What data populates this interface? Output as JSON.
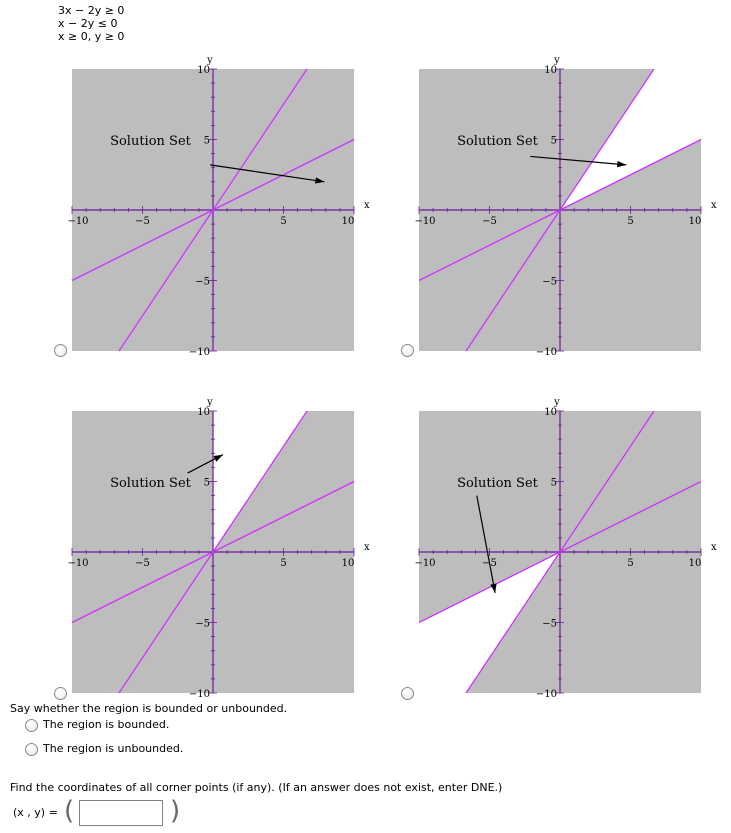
{
  "system": {
    "line1": "3x −  2y ≥ 0",
    "line2": "x −  2y ≤ 0",
    "line3": "x ≥ 0, y ≥ 0"
  },
  "colors": {
    "shade": "#bdbdbd",
    "lines": "#cc33ff",
    "axes": "#6a1b9a",
    "arrow": "#000000"
  },
  "graph_labels": {
    "y": "y",
    "x": "x",
    "y10": "10",
    "y5": "5",
    "yn5": "−5",
    "yn10": "−10",
    "xn10": "−10",
    "xn5": "−5",
    "x5": "5",
    "x10": "10",
    "solution_set": "Solution Set"
  },
  "graphs": [
    {
      "id": "A",
      "region": "bottom-right"
    },
    {
      "id": "B",
      "region": "bottom-right"
    },
    {
      "id": "C",
      "region": "top-wedge"
    },
    {
      "id": "D",
      "region": "left-wedge"
    }
  ],
  "bounded_question": {
    "prompt": "Say whether the region is bounded or unbounded.",
    "option_bounded": "The region is bounded.",
    "option_unbounded": "The region is unbounded."
  },
  "corner_question": {
    "prompt": "Find the coordinates of all corner points (if any). (If an answer does not exist, enter DNE.)",
    "label": "(x , y) =",
    "value": ""
  }
}
